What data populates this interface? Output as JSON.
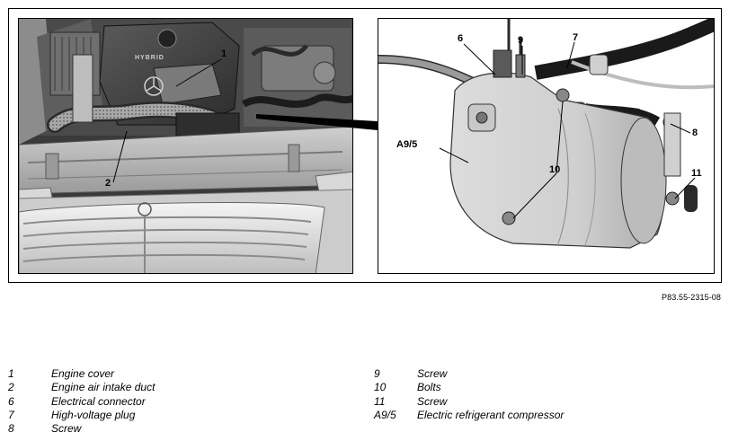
{
  "figure": {
    "code": "P83.55-2315-08",
    "callouts": {
      "engine_cover": "1",
      "intake_duct": "2",
      "electrical_connector": "6",
      "high_voltage_plug": "7",
      "screw_8": "8",
      "screw_9": "9",
      "bolts": "10",
      "screw_11": "11",
      "compressor": "A9/5"
    },
    "engine_cover_lettering": "HYBRID"
  },
  "legend": {
    "left": [
      {
        "key": "1",
        "desc": "Engine cover"
      },
      {
        "key": "2",
        "desc": "Engine air intake duct"
      },
      {
        "key": "6",
        "desc": "Electrical connector"
      },
      {
        "key": "7",
        "desc": "High-voltage plug"
      },
      {
        "key": "8",
        "desc": "Screw"
      }
    ],
    "right": [
      {
        "key": "9",
        "desc": "Screw"
      },
      {
        "key": "10",
        "desc": "Bolts"
      },
      {
        "key": "11",
        "desc": "Screw"
      },
      {
        "key": "A9/5",
        "desc": "Electric refrigerant compressor"
      }
    ]
  }
}
